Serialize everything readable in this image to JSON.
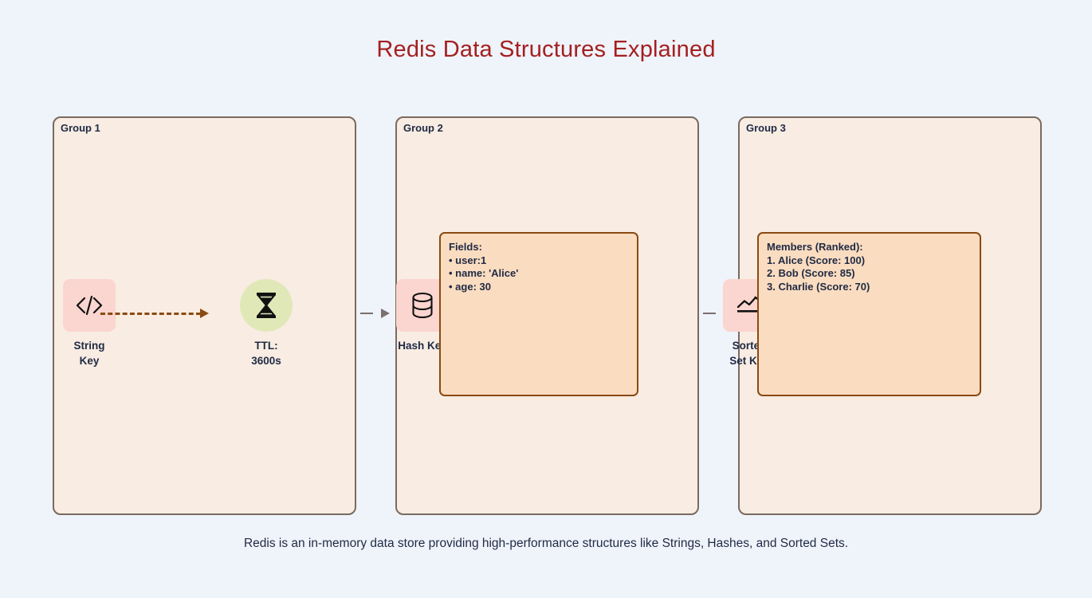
{
  "title": "Redis Data Structures Explained",
  "caption": "Redis is an in-memory data store providing high-performance structures like Strings, Hashes, and Sorted Sets.",
  "colors": {
    "page_background": "#eff3fa",
    "title": "#a32020",
    "group_border": "#7a6a5f",
    "group_fill": "#f8ece3",
    "node_pink": "#fbd5cf",
    "node_green": "#e1e8b8",
    "detail_border": "#8a4a12",
    "detail_fill": "#fadcc0",
    "flow_arrow": "#8a4a12",
    "link_arrow": "#7a7070",
    "text": "#1f2a44"
  },
  "groups": [
    {
      "label": "Group 1"
    },
    {
      "label": "Group 2"
    },
    {
      "label": "Group 3"
    }
  ],
  "nodes": {
    "string_key": {
      "label": "String\nKey",
      "icon": "code-icon"
    },
    "ttl": {
      "label": "TTL:\n3600s",
      "icon": "hourglass-icon"
    },
    "hash_key": {
      "label": "Hash Key",
      "icon": "database-icon"
    },
    "sorted_key": {
      "label": "Sorted\nSet Key",
      "icon": "line-chart-icon"
    }
  },
  "details": {
    "hash": {
      "heading": "Fields:",
      "lines": [
        "• user:1",
        "• name: 'Alice'",
        "• age: 30"
      ]
    },
    "sorted": {
      "heading": "Members (Ranked):",
      "lines": [
        "1. Alice (Score: 100)",
        "2. Bob (Score: 85)",
        "3. Charlie (Score: 70)"
      ]
    }
  }
}
